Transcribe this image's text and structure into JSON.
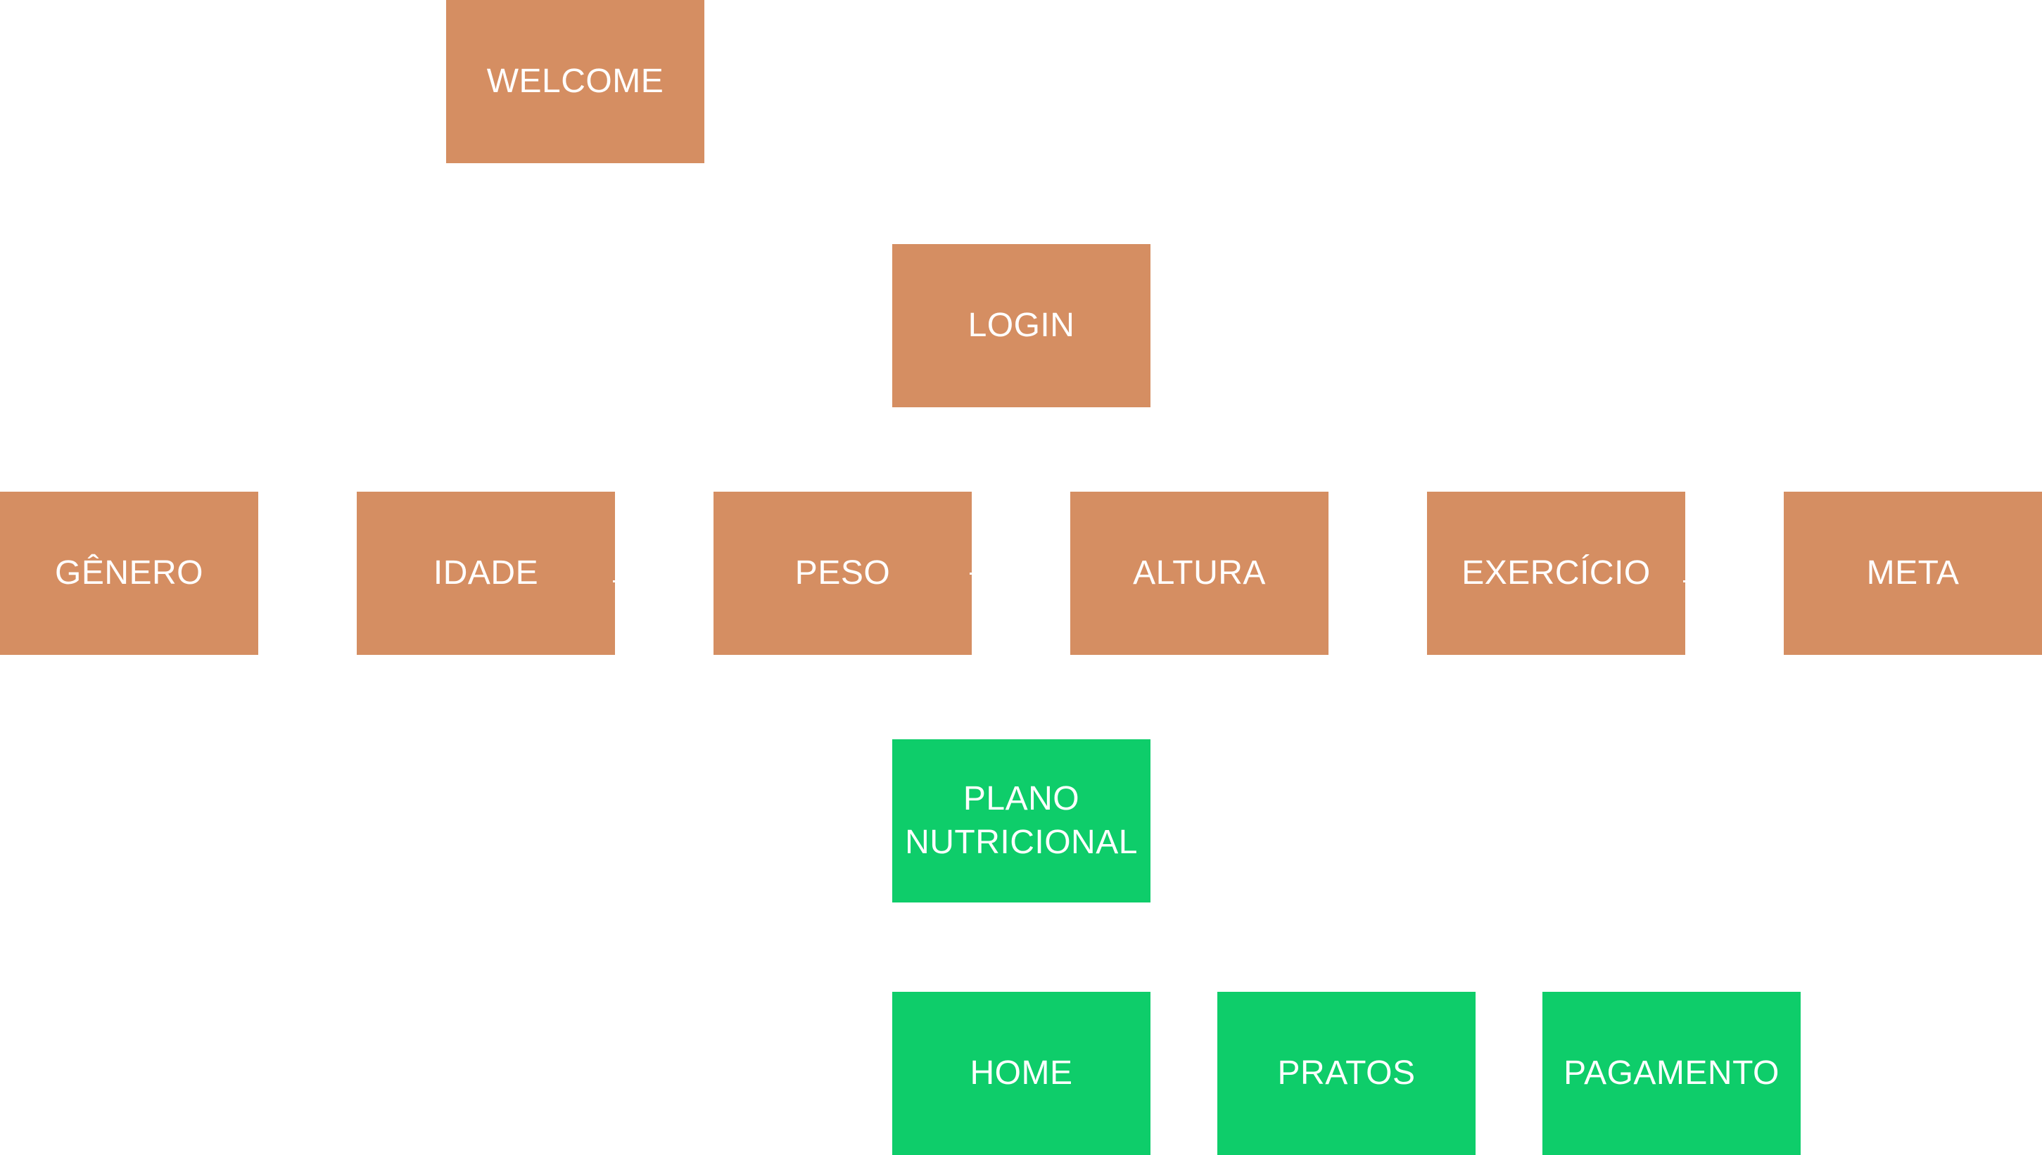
{
  "colors": {
    "onboarding": "#d58e62",
    "app": "#0ecd6a",
    "label": "#ffffff"
  },
  "nodes": {
    "welcome": "WELCOME",
    "login": "LOGIN",
    "genero": "GÊNERO",
    "idade": "IDADE",
    "peso": "PESO",
    "altura": "ALTURA",
    "exercicio": "EXERCÍCIO",
    "meta": "META",
    "plano": "PLANO\nNUTRICIONAL",
    "home": "HOME",
    "pratos": "PRATOS",
    "pagamento": "PAGAMENTO"
  }
}
